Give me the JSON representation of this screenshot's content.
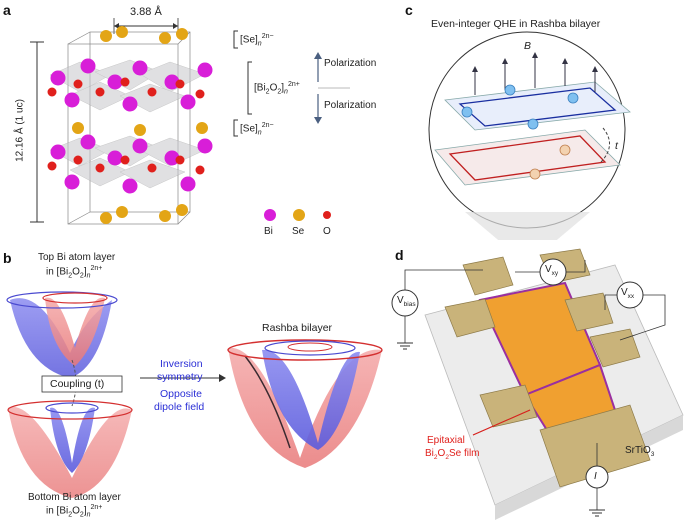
{
  "panels": {
    "a": {
      "letter": "a",
      "lattice_width": "3.88 Å",
      "height_label": "12.16 Å (1 uc)",
      "layers": {
        "se_top": "[Se]",
        "se_top_sub": "n",
        "se_top_sup": "2n−",
        "bi2o2": "[Bi",
        "bi2o2_mid": "O",
        "bi2o2_end": "]",
        "bi2o2_sub": "n",
        "bi2o2_sup": "2n+",
        "se_bottom": "[Se]",
        "se_bottom_sub": "n",
        "se_bottom_sup": "2n−"
      },
      "polarization_up": "Polarization",
      "polarization_down": "Polarization",
      "legend": [
        {
          "label": "Bi",
          "color": "#d81ed8"
        },
        {
          "label": "Se",
          "color": "#e3a516"
        },
        {
          "label": "O",
          "color": "#e0201c"
        }
      ]
    },
    "b": {
      "letter": "b",
      "top_layer_label": "Top Bi atom layer",
      "top_layer_formula": "in [Bi",
      "bottom_layer_label": "Bottom Bi atom layer",
      "bottom_layer_formula": "in [Bi",
      "coupling": "Coupling (t)",
      "inversion": "Inversion",
      "symmetry": "symmetry",
      "opposite": "Opposite",
      "dipole": "dipole field",
      "rashba_bilayer": "Rashba bilayer"
    },
    "c": {
      "letter": "c",
      "title": "Even-integer QHE in Rashba bilayer",
      "field_label": "B",
      "hopping_label": "t"
    },
    "d": {
      "letter": "d",
      "v_bias": "V",
      "v_bias_sub": "bias",
      "v_xy": "V",
      "v_xy_sub": "xy",
      "v_xx": "V",
      "v_xx_sub": "xx",
      "current": "I",
      "film_line1": "Epitaxial",
      "film_line2": "Bi",
      "film_sub1": "2",
      "film_mid": "O",
      "film_sub2": "2",
      "film_end": "Se film",
      "substrate": "SrTiO",
      "substrate_sub": "3"
    }
  },
  "colors": {
    "bi": "#d81ed8",
    "se": "#e3a516",
    "o": "#e0201c",
    "cone_blue": "#6f6fe8",
    "cone_red": "#ef8a8a",
    "gold": "#c9b37a",
    "film_orange": "#f0a030",
    "film_purple": "#9a2fa0"
  }
}
